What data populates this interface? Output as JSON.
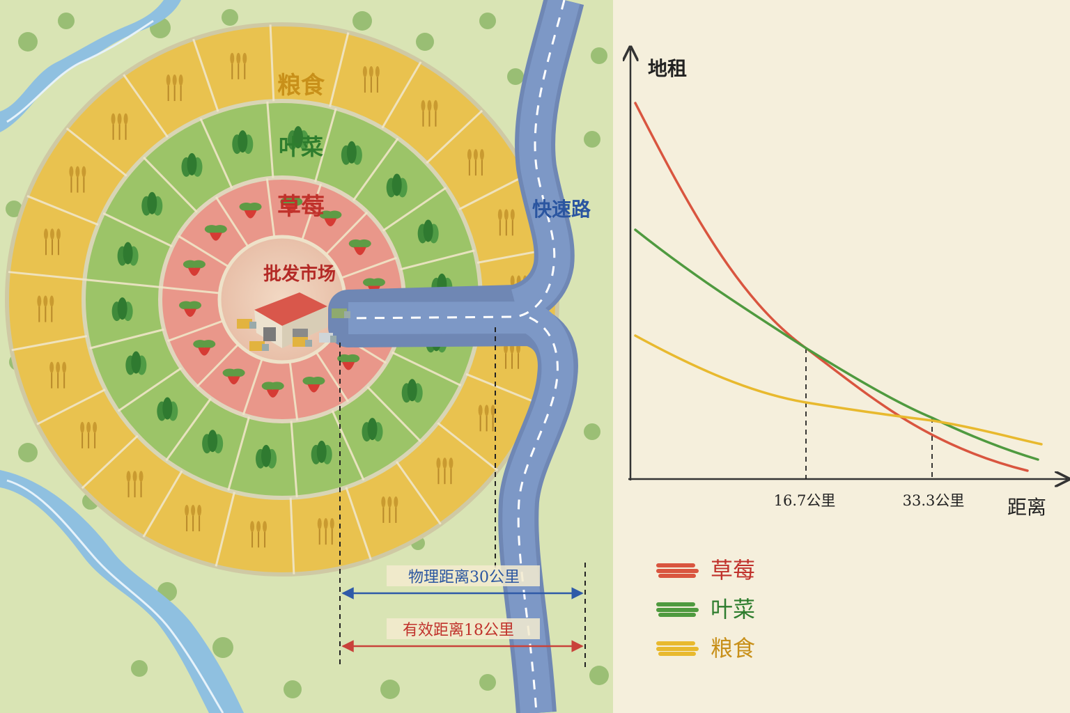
{
  "map": {
    "zones": {
      "grain": {
        "label": "粮食",
        "color": "#e9c24f",
        "text_color": "#c8901a"
      },
      "leafy": {
        "label": "叶菜",
        "color": "#9cc468",
        "text_color": "#2e7d2e"
      },
      "strawberry": {
        "label": "草莓",
        "color": "#e9978a",
        "text_color": "#c0312b"
      }
    },
    "market_label": "批发市场",
    "road_label": "快速路",
    "physical_distance_label": "物理距离30公里",
    "effective_distance_label": "有效距离18公里"
  },
  "chart_data": {
    "type": "line",
    "ylabel": "地租",
    "xlabel": "距离",
    "x_ticks": [
      "16.7公里",
      "33.3公里"
    ],
    "series": [
      {
        "name": "草莓",
        "color": "#d9553f"
      },
      {
        "name": "叶菜",
        "color": "#4f9a3f"
      },
      {
        "name": "粮食",
        "color": "#e8b92e"
      }
    ],
    "legend_position": "bottom-center"
  }
}
